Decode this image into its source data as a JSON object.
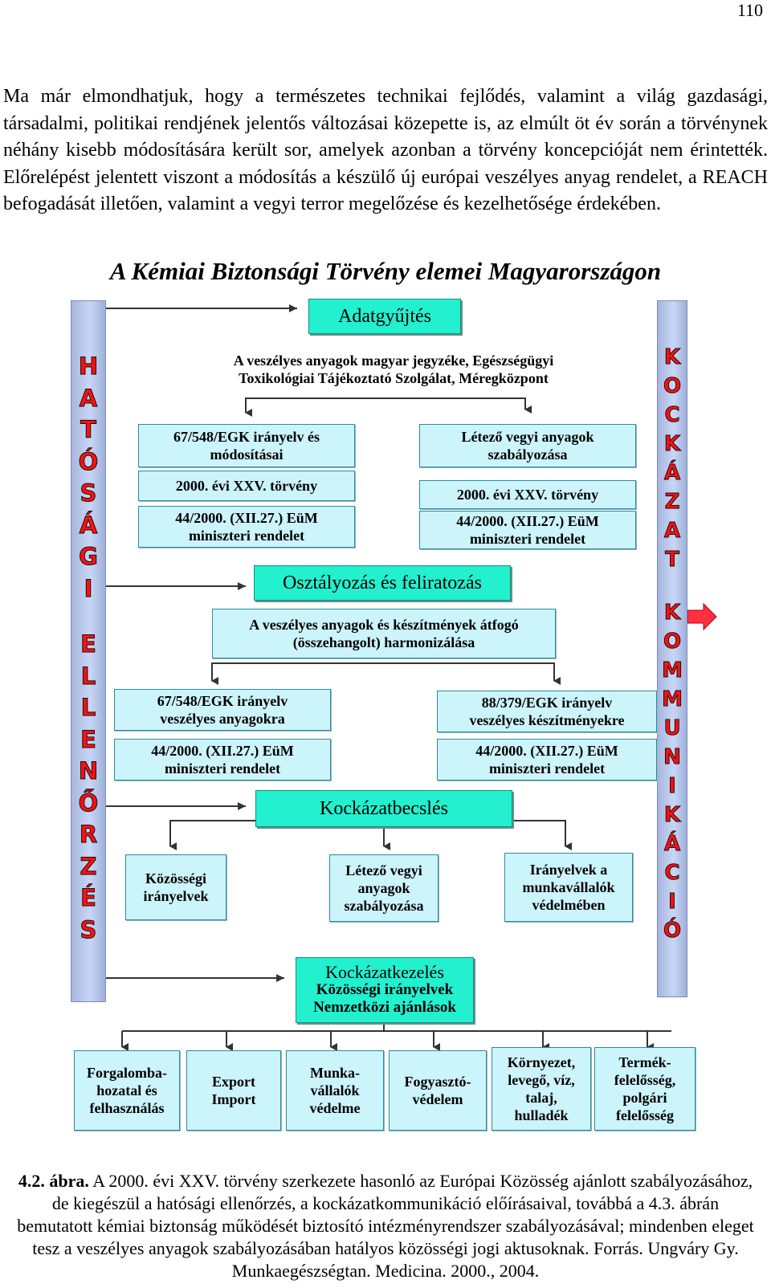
{
  "page_number": "110",
  "paragraph": "Ma már elmondhatjuk, hogy a természetes technikai fejlődés, valamint a világ gazdasági, társadalmi, politikai rendjének jelentős változásai közepette is, az elmúlt öt év során a törvénynek néhány kisebb módosítására került sor, amelyek azonban a törvény koncepcióját nem érintették. Előrelépést jelentett viszont a módosítás a készülő új európai veszélyes anyag rendelet, a REACH befogadását illetően, valamint a vegyi terror megelőzése és kezelhetősége érdekében.",
  "diagram": {
    "title": "A Kémiai Biztonsági Törvény elemei Magyarországon",
    "left_side": [
      "H",
      "A",
      "T",
      "Ó",
      "S",
      "Á",
      "G",
      "I",
      "",
      "E",
      "L",
      "L",
      "E",
      "N",
      "Ő",
      "R",
      "Z",
      "É",
      "S"
    ],
    "right_side": [
      "K",
      "O",
      "C",
      "K",
      "Á",
      "Z",
      "A",
      "T",
      "",
      "K",
      "O",
      "M",
      "M",
      "U",
      "N",
      "I",
      "K",
      "Á",
      "C",
      "I",
      "Ó"
    ],
    "adatgyujtes": {
      "head": "Adatgyűjtés",
      "subtitle_1": "A veszélyes anyagok magyar jegyzéke, Egészségügyi",
      "subtitle_2": "Toxikológiai Tájékoztató Szolgálat, Méregközpont",
      "left": [
        "67/548/EGK irányelv és",
        "módosításai"
      ],
      "left_law": "2000. évi XXV. törvény",
      "left_decree": [
        "44/2000. (XII.27.) EüM",
        "miniszteri rendelet"
      ],
      "right": [
        "Létező vegyi anyagok",
        "szabályozása"
      ],
      "right_law": "2000. évi XXV. törvény",
      "right_decree": [
        "44/2000. (XII.27.) EüM",
        "miniszteri rendelet"
      ]
    },
    "osztalyozas": {
      "head": "Osztályozás és feliratozás",
      "harmonization": [
        "A veszélyes anyagok és készítmények átfogó",
        "(összehangolt) harmonizálása"
      ],
      "left": [
        "67/548/EGK irányelv",
        "veszélyes anyagokra"
      ],
      "left_decree": [
        "44/2000. (XII.27.) EüM",
        "miniszteri rendelet"
      ],
      "right": [
        "88/379/EGK irányelv",
        "veszélyes készítményekre"
      ],
      "right_decree": [
        "44/2000. (XII.27.) EüM",
        "miniszteri rendelet"
      ]
    },
    "kockazatbecsles": {
      "head": "Kockázatbecslés",
      "left": [
        "Közösségi",
        "irányelvek"
      ],
      "center": [
        "Létező vegyi",
        "anyagok",
        "szabályozása"
      ],
      "right": [
        "Irányelvek a",
        "munkavállalók",
        "védelmében"
      ]
    },
    "kockazatkezeles": {
      "head": "Kockázatkezelés",
      "line2": "Közösségi irányelvek",
      "line3": "Nemzetközi ajánlások"
    },
    "bottom_boxes": [
      [
        "Forgalomba-",
        "hozatal és",
        "felhasználás"
      ],
      [
        "Export",
        "Import"
      ],
      [
        "Munka-",
        "vállalók",
        "védelme"
      ],
      [
        "Fogyasztó-",
        "védelem"
      ],
      [
        "Környezet,",
        "levegő, víz,",
        "talaj,",
        "hulladék"
      ],
      [
        "Termék-",
        "felelősség,",
        "polgári",
        "felelősség"
      ]
    ]
  },
  "caption": {
    "label": "4.2. ábra.",
    "text": " A 2000. évi XXV. törvény szerkezete hasonló az Európai Közösség ajánlott szabályozásához, de kiegészül a hatósági ellenőrzés, a kockázatkommunikáció előírásaival, továbbá a 4.3. ábrán bemutatott kémiai biztonság működését biztosító intézményrendszer szabályozásával; mindenben eleget tesz a veszélyes anyagok szabályozásában hatályos közösségi jogi aktusoknak. Forrás. Ungváry Gy. Munkaegészségtan. Medicina. 2000., 2004."
  }
}
